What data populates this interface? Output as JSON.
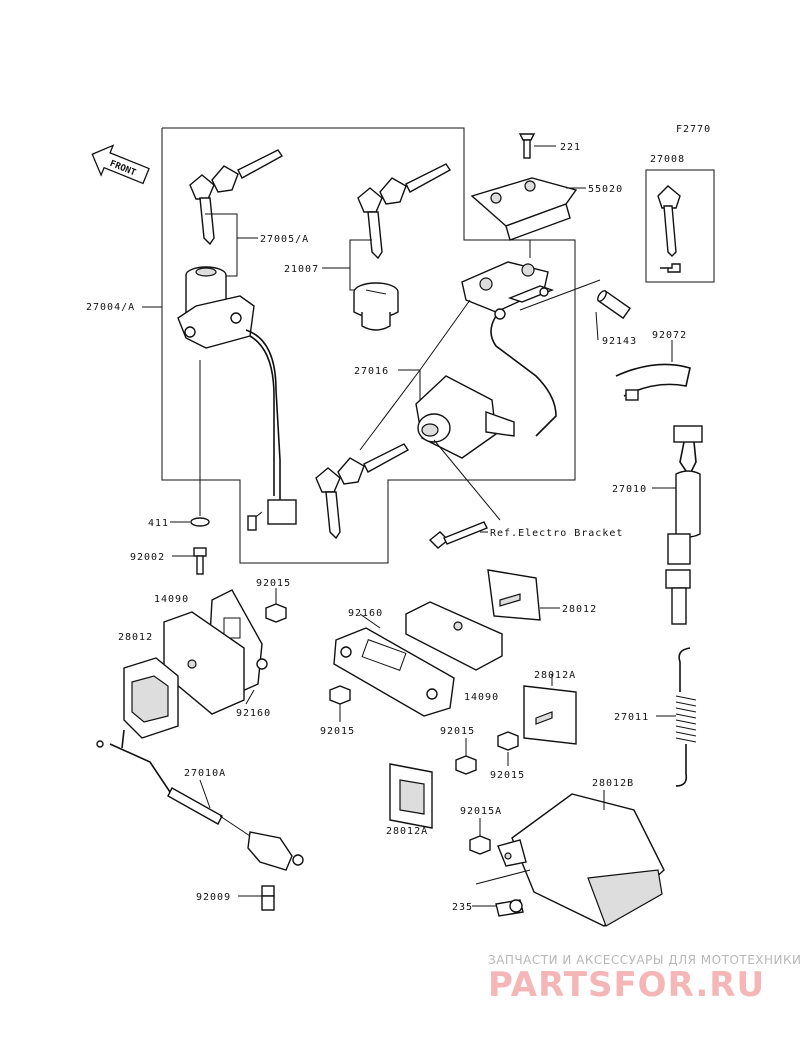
{
  "figure_code": "F2770",
  "front_label": "FRONT",
  "labels": {
    "p221": "221",
    "p55020": "55020",
    "p27008": "27008",
    "p27005A": "27005/A",
    "p21007": "21007",
    "p27004A": "27004/A",
    "p92143": "92143",
    "p92072": "92072",
    "p27016": "27016",
    "p27010": "27010",
    "p411": "411",
    "ref_bracket": "Ref.Electro Bracket",
    "p92002": "92002",
    "p92015_a": "92015",
    "p14090_left": "14090",
    "p28012_left": "28012",
    "p92160_left": "92160",
    "p92160_mid": "92160",
    "p28012_right": "28012",
    "p14090_mid": "14090",
    "p28012A_right": "28012A",
    "p92015_b": "92015",
    "p92015_c": "92015",
    "p92015_d": "92015",
    "p27011": "27011",
    "p27010A": "27010A",
    "p28012B": "28012B",
    "p28012A_mid": "28012A",
    "p92015A": "92015A",
    "p92009": "92009",
    "p235": "235"
  },
  "watermark": {
    "subtitle": "ЗАПЧАСТИ И АКСЕССУАРЫ ДЛЯ МОТОТЕХНИКИ",
    "logo": "PARTSFOR.RU"
  }
}
